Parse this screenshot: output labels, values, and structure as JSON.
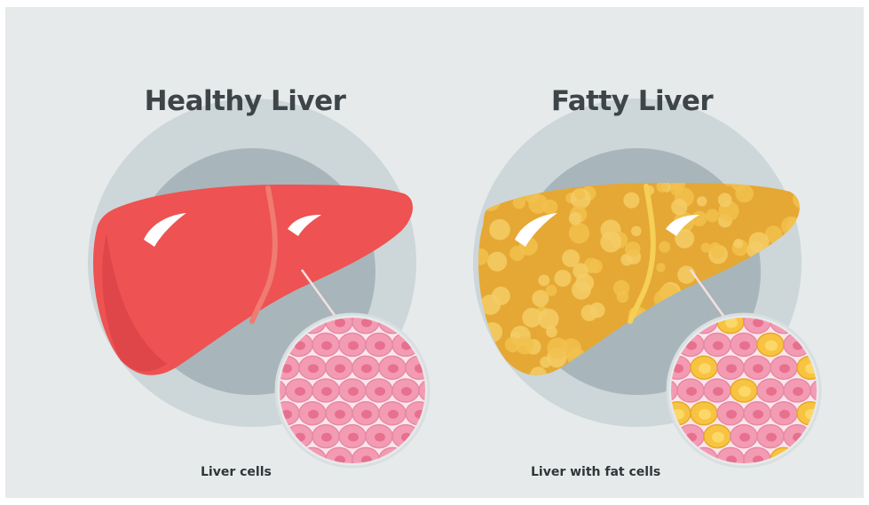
{
  "panels": [
    {
      "title": "Healthy Liver",
      "caption": "Liver cells",
      "liver_color": "#ee5252",
      "fat_color": null
    },
    {
      "title": "Fatty Liver",
      "caption": "Liver with fat cells",
      "liver_color": "#e8a93a",
      "fat_color": "#f7c340"
    }
  ],
  "colors": {
    "background": "#e6eaeb",
    "outer_circle": "#cdd6d9",
    "inner_circle": "#a9b6bb",
    "cell_pink": "#f49bb4",
    "cell_nucleus": "#e7708f"
  }
}
